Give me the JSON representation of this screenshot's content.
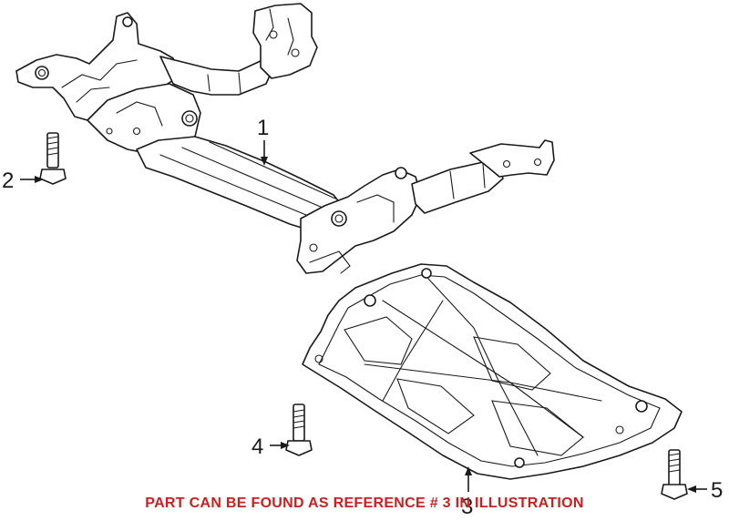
{
  "notice": {
    "text": "PART CAN BE FOUND AS REFERENCE # 3 IN ILLUSTRATION",
    "color": "#cc1f1f"
  },
  "callouts": [
    {
      "number": "1",
      "part": "front subframe crossmember"
    },
    {
      "number": "2",
      "part": "bolt"
    },
    {
      "number": "3",
      "part": "underbody shield"
    },
    {
      "number": "4",
      "part": "bolt"
    },
    {
      "number": "5",
      "part": "bolt"
    }
  ],
  "colors": {
    "line": "#1a1a1a",
    "background": "#ffffff"
  }
}
